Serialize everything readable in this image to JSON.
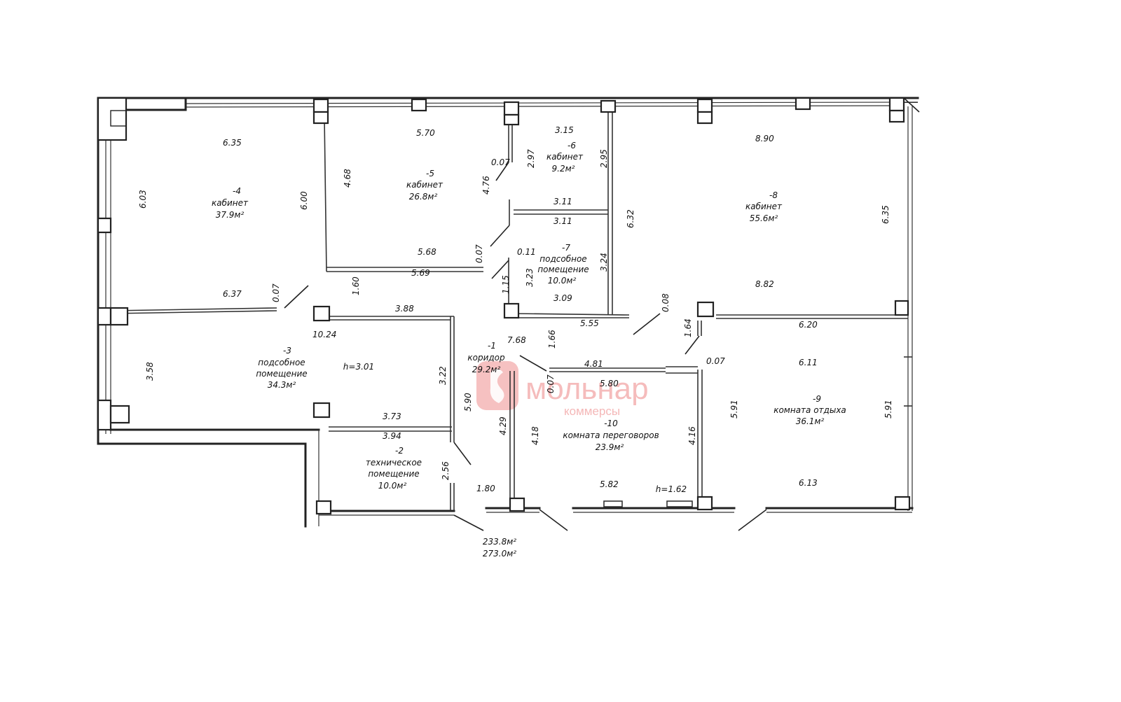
{
  "watermark": {
    "name": "мольнар",
    "sub": "коммерсы",
    "color": "#f2a6a6"
  },
  "rooms": [
    {
      "num": "-1",
      "name": "коридор",
      "area": "29.2м²"
    },
    {
      "num": "-2",
      "name_line1": "техническое",
      "name_line2": "помещение",
      "area": "10.0м²"
    },
    {
      "num": "-3",
      "name_line1": "подсобное",
      "name_line2": "помещение",
      "area": "34.3м²",
      "height": "h=3.01"
    },
    {
      "num": "-4",
      "name": "кабинет",
      "area": "37.9м²"
    },
    {
      "num": "-5",
      "name": "кабинет",
      "area": "26.8м²"
    },
    {
      "num": "-6",
      "name": "кабинет",
      "area": "9.2м²"
    },
    {
      "num": "-7",
      "name_line1": "подсобное",
      "name_line2": "помещение",
      "area": "10.0м²"
    },
    {
      "num": "-8",
      "name": "кабинет",
      "area": "55.6м²"
    },
    {
      "num": "-9",
      "name": "комната отдыха",
      "area": "36.1м²"
    },
    {
      "num": "-10",
      "name": "комната переговоров",
      "area": "23.9м²",
      "height": "h=1.62"
    }
  ],
  "totals": {
    "area_useful": "233.8м²",
    "area_total": "273.0м²"
  },
  "dimensions": {
    "d635a": "6.35",
    "d603": "6.03",
    "d600": "6.00",
    "d637": "6.37",
    "d007a": "0.07",
    "d570": "5.70",
    "d468": "4.68",
    "d476": "4.76",
    "d568": "5.68",
    "d569": "5.69",
    "d007b": "0.07",
    "d007c": "0.07",
    "d315": "3.15",
    "d297": "2.97",
    "d295": "2.95",
    "d311a": "3.11",
    "d311b": "3.11",
    "d011": "0.11",
    "d323": "3.23",
    "d324": "3.24",
    "d309": "3.09",
    "d115": "1.15",
    "d160": "1.60",
    "d632": "6.32",
    "d890": "8.90",
    "d882": "8.82",
    "d635b": "6.35",
    "d008": "0.08",
    "d555": "5.55",
    "d164": "1.64",
    "d620": "6.20",
    "d611": "6.11",
    "d007d": "0.07",
    "d591a": "5.91",
    "d591b": "5.91",
    "d613": "6.13",
    "d1024": "10.24",
    "d388": "3.88",
    "d358": "3.58",
    "d322": "3.22",
    "d373": "3.73",
    "d394": "3.94",
    "d590": "5.90",
    "d256": "2.56",
    "d180": "1.80",
    "d768": "7.68",
    "d166": "1.66",
    "d481": "4.81",
    "d580": "5.80",
    "d007e": "0.07",
    "d429": "4.29",
    "d418": "4.18",
    "d416": "4.16",
    "d582": "5.82"
  }
}
